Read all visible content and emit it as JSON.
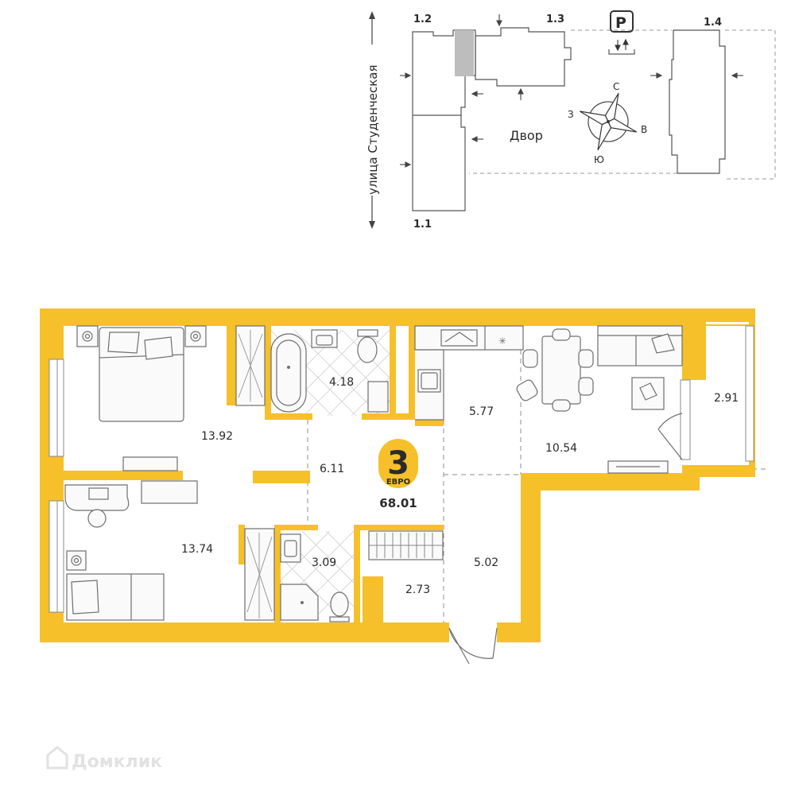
{
  "site_plan": {
    "street_label": "улица Студенческая",
    "buildings": {
      "b11": "1.1",
      "b12": "1.2",
      "b13": "1.3",
      "b14": "1.4"
    },
    "courtyard_label": "Двор",
    "parking_label": "P",
    "compass": {
      "n": "С",
      "s": "Ю",
      "e": "В",
      "w": "З"
    }
  },
  "apartment": {
    "rooms_count": "3",
    "type_label": "ЕВРО",
    "total_area": "68.01",
    "room_areas": {
      "bedroom1": "13.92",
      "bathroom1": "4.18",
      "kitchen": "5.77",
      "living": "10.54",
      "balcony": "2.91",
      "hall": "6.11",
      "bedroom2": "13.74",
      "bathroom2": "3.09",
      "wardrobe": "2.73",
      "corridor": "5.02"
    },
    "accent_color": "#F5C02A"
  },
  "watermark": "Домклик"
}
